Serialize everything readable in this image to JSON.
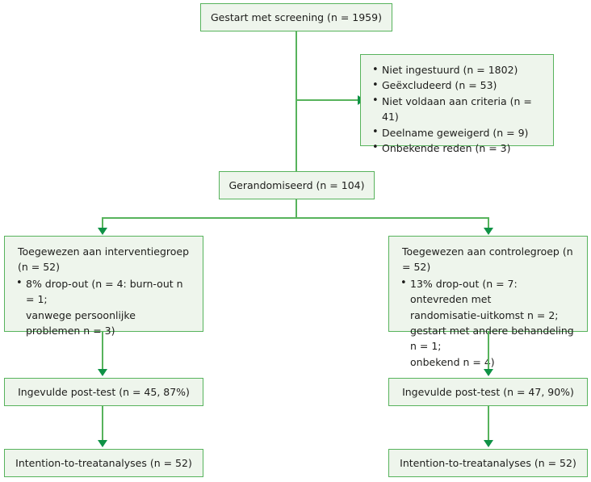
{
  "diagram": {
    "title": "CONSORT flow diagram",
    "colors": {
      "box_fill": "#eef5ec",
      "box_border": "#57b35c",
      "connector": "#57b35c",
      "arrow": "#0f9246",
      "text": "#1d1d1b"
    },
    "nodes": {
      "screening": {
        "label": "Gestart met screening (n = 1959)"
      },
      "excluded": {
        "items": [
          "Niet ingestuurd (n = 1802)",
          "Geëxcludeerd (n = 53)",
          "Niet voldaan aan criteria (n = 41)",
          "Deelname geweigerd (n = 9)",
          "Onbekende reden (n = 3)"
        ]
      },
      "randomised": {
        "label": "Gerandomiseerd (n = 104)"
      },
      "intervention": {
        "title": "Toegewezen aan interventiegroep (n = 52)",
        "bullet_line1": "8% drop-out (n = 4: burn-out n = 1;",
        "bullet_line2": "vanwege persoonlijke problemen n = 3)"
      },
      "control": {
        "title": "Toegewezen aan controlegroep (n = 52)",
        "bullet_line1": "13% drop-out (n = 7: ontevreden met",
        "bullet_line2": "randomisatie-uitkomst n = 2;",
        "bullet_line3": "gestart met andere behandeling n = 1;",
        "bullet_line4": "onbekend n = 4)"
      },
      "posttest_left": {
        "label": "Ingevulde post-test (n = 45, 87%)"
      },
      "posttest_right": {
        "label": "Ingevulde post-test (n = 47, 90%)"
      },
      "itt_left": {
        "label": "Intention-to-treatanalyses (n = 52)"
      },
      "itt_right": {
        "label": "Intention-to-treatanalyses (n = 52)"
      }
    }
  }
}
